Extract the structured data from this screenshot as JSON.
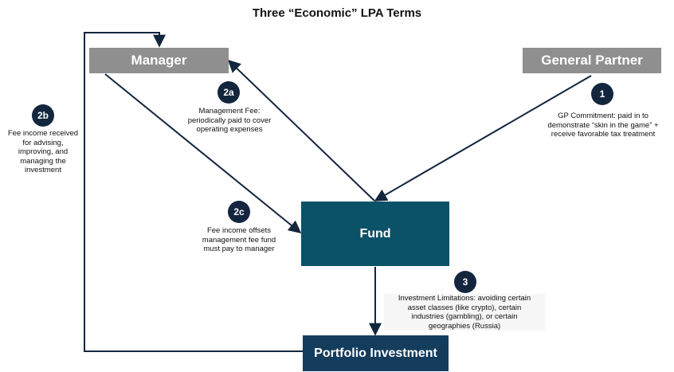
{
  "title": "Three “Economic” LPA Terms",
  "nodes": {
    "manager": "Manager",
    "general_partner": "General Partner",
    "fund": "Fund",
    "portfolio": "Portfolio Investment"
  },
  "badges": {
    "b1": "1",
    "b2a": "2a",
    "b2b": "2b",
    "b2c": "2c",
    "b3": "3"
  },
  "notes": {
    "n1": [
      "GP Commitment: paid in to",
      "demonstrate “skin in the game” +",
      "receive favorable tax treatment"
    ],
    "n2a": [
      "Management Fee:",
      "periodically paid to cover",
      "operating expenses"
    ],
    "n2b": [
      "Fee income received",
      "for advising,",
      "improving, and",
      "managing the",
      "investment"
    ],
    "n2c": [
      "Fee income offsets",
      "management fee fund",
      "must pay to manager"
    ],
    "n3": [
      "Investment Limitations: avoiding certain",
      "asset classes (like crypto), certain",
      "industries (gambling), or certain",
      "geographies (Russia)"
    ]
  },
  "colors": {
    "gray_box": "#8f8f8f",
    "fund_box": "#0b5168",
    "portfolio_box": "#143c5c",
    "badge": "#13263e",
    "arrow": "#13263e"
  }
}
